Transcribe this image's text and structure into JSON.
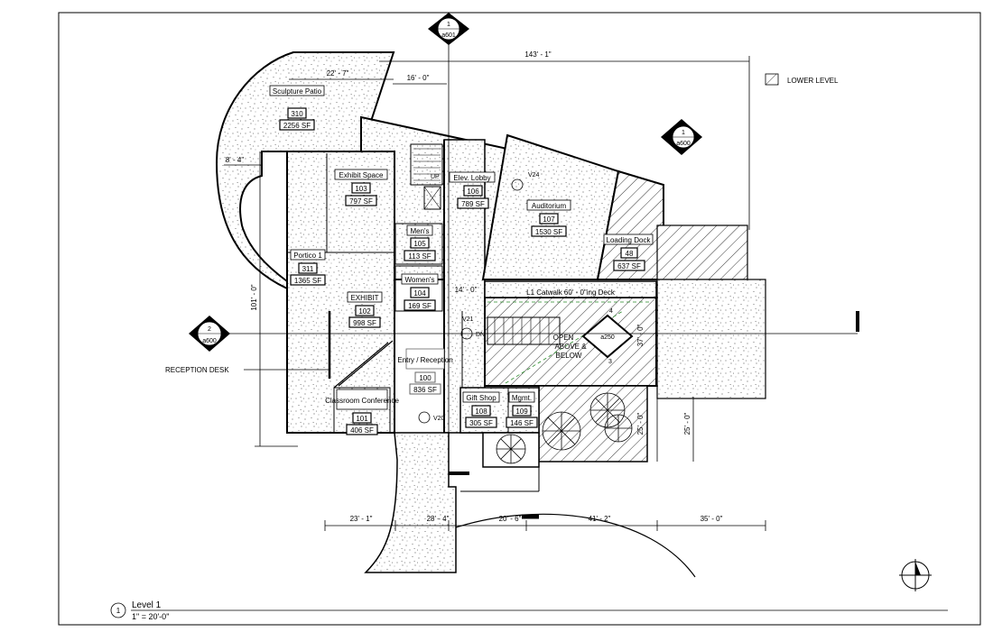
{
  "legend": {
    "lower_level_label": "LOWER LEVEL"
  },
  "view_title": {
    "number": "1",
    "name": "Level 1",
    "scale": "1\" = 20'-0\""
  },
  "section_marks": [
    {
      "number": "1",
      "sheet": "a601"
    },
    {
      "number": "1",
      "sheet": "a600"
    },
    {
      "number": "2",
      "sheet": "a600"
    }
  ],
  "dimensions": {
    "overall_width": "143' - 1\"",
    "patio_width": "22' - 7\"",
    "top_16": "16' - 0\"",
    "left_8": "8' - 4\"",
    "overall_depth": "101' - 0\"",
    "catwalk_14": "14' - 0\"",
    "right_37": "37' - 0\"",
    "right_25a": "25' - 0\"",
    "right_25b": "25' - 0\"",
    "bottom": [
      "23' - 1\"",
      "28' - 4\"",
      "20' - 6\"",
      "41' - 2\"",
      "35' - 0\""
    ]
  },
  "rooms": [
    {
      "name": "Sculpture Patio",
      "number": "310",
      "area": "2256 SF"
    },
    {
      "name": "Exhibit Space",
      "number": "103",
      "area": "797 SF"
    },
    {
      "name": "Elev. Lobby",
      "number": "106",
      "area": "789 SF"
    },
    {
      "name": "Auditorium",
      "number": "107",
      "area": "1530 SF"
    },
    {
      "name": "Loading Dock",
      "number": "48",
      "area": "637 SF"
    },
    {
      "name": "Men's",
      "number": "105",
      "area": "113 SF"
    },
    {
      "name": "Portico 1",
      "number": "311",
      "area": "1365 SF"
    },
    {
      "name": "Women's",
      "number": "104",
      "area": "169 SF"
    },
    {
      "name": "EXHIBIT",
      "number": "102",
      "area": "998 SF"
    },
    {
      "name": "Entry / Reception",
      "number": "100",
      "area": "836 SF"
    },
    {
      "name": "Classroom Conference",
      "number": "101",
      "area": "406 SF"
    },
    {
      "name": "Gift Shop",
      "number": "108",
      "area": "305 SF"
    },
    {
      "name": "Mgmt.",
      "number": "109",
      "area": "146 SF"
    }
  ],
  "annotations": {
    "catwalk": "L1 Catwalk 60' - 0\"ing Deck",
    "open_above": [
      "OPEN",
      "ABOVE &",
      "BELOW"
    ],
    "reception_desk": "RECEPTION DESK",
    "up": "UP",
    "dn": "DN",
    "v24": "V24",
    "v21": "V21",
    "v20": "V20",
    "a250": "a250",
    "marks": [
      "4",
      "3"
    ]
  }
}
